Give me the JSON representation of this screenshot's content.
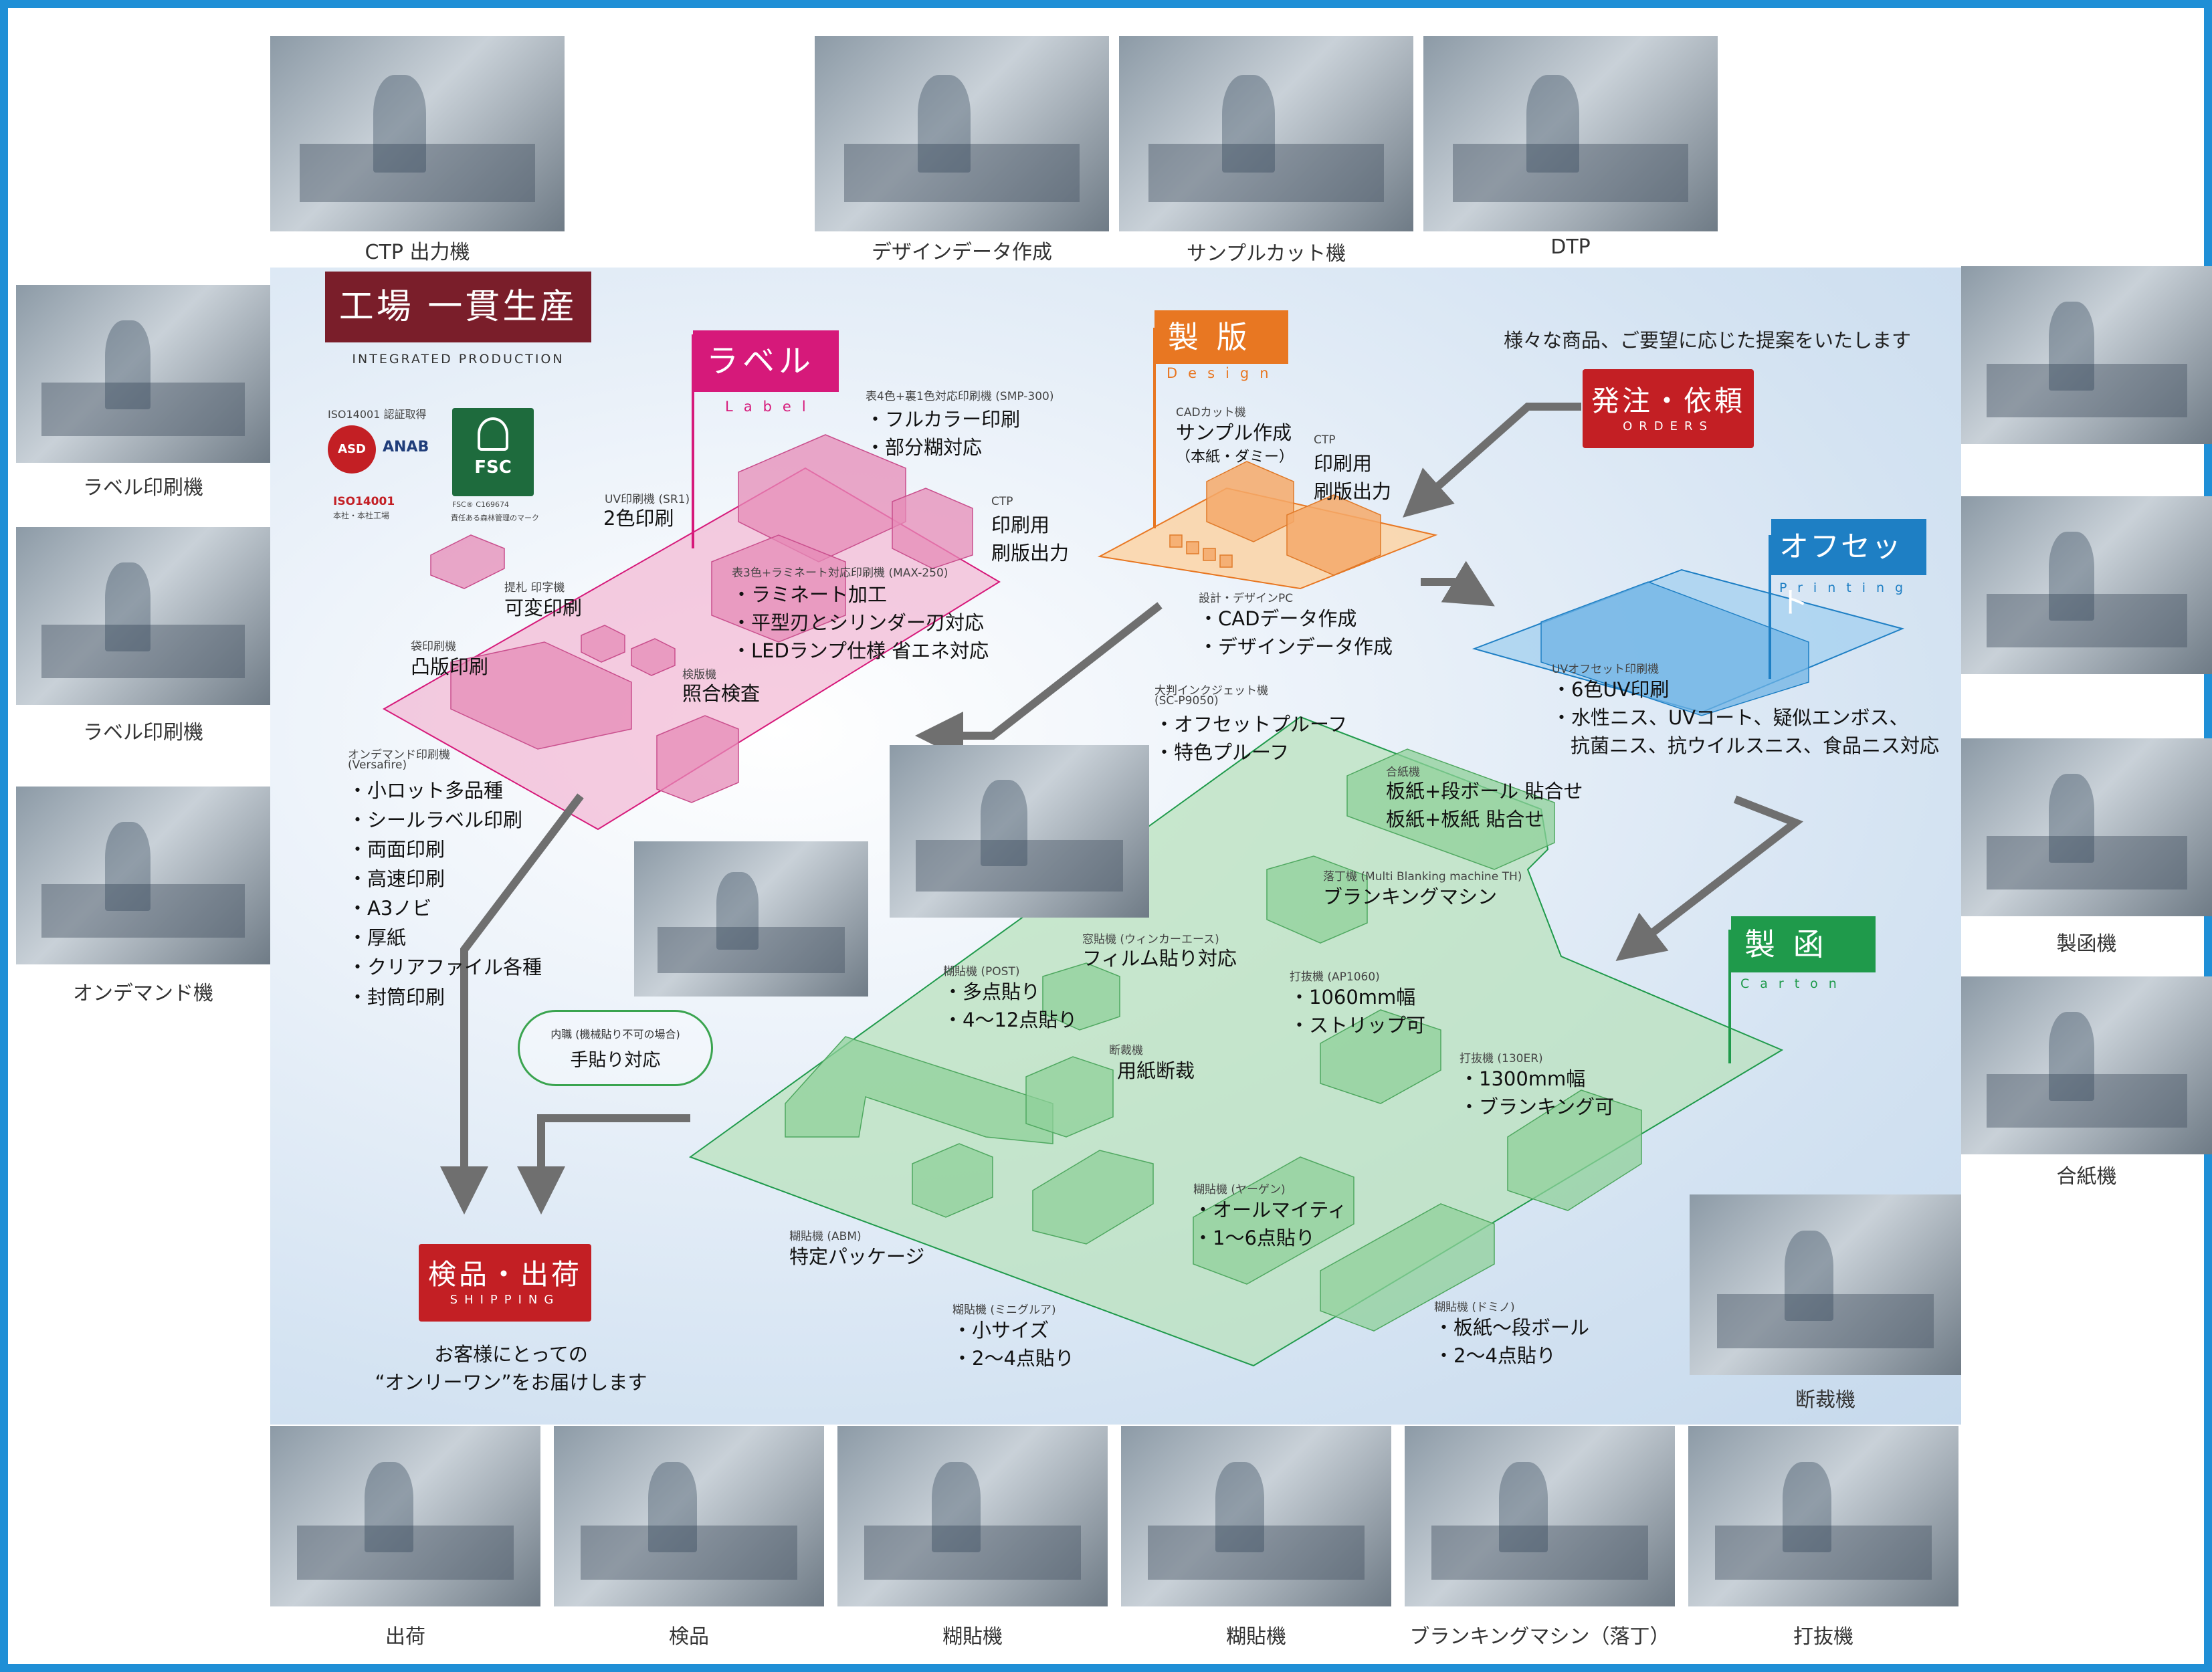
{
  "header": {
    "title": "工場 一貫生産",
    "subtitle": "INTEGRATED PRODUCTION"
  },
  "certifications": {
    "iso_top": "ISO14001 認証取得",
    "asd": "ASD",
    "anab": "ANAB",
    "iso_label": "ISO14001",
    "iso_sub": "本社・本社工場",
    "fsc_label": "FSC",
    "fsc_code": "FSC® C169674",
    "fsc_sub": "責任ある森林管理のマーク"
  },
  "proposal_text": "様々な商品、ご要望に応じた提案をいたします",
  "orders": {
    "ja": "発注・依頼",
    "en": "ORDERS"
  },
  "shipping": {
    "ja": "検品・出荷",
    "en": "SHIPPING"
  },
  "shipping_message": [
    "お客様にとっての",
    "“オンリーワン”をお届けします"
  ],
  "sections": {
    "label": {
      "ja": "ラベル",
      "en": "Label",
      "color": "#d6197a"
    },
    "design": {
      "ja": "製 版",
      "en": "Design",
      "color": "#e87722"
    },
    "offset": {
      "ja": "オフセット",
      "en": "Printing",
      "color": "#1e7fc4"
    },
    "carton": {
      "ja": "製 函",
      "en": "Carton",
      "color": "#1f9a4b"
    }
  },
  "label_zone": {
    "smp300": {
      "name": "表4色+裏1色対応印刷機 (SMP-300)",
      "items": [
        "・フルカラー印刷",
        "・部分糊対応"
      ]
    },
    "uv_sr1": {
      "name": "UV印刷機 (SR1)",
      "items": [
        "2色印刷"
      ]
    },
    "ctp": {
      "name": "CTP",
      "items": [
        "印刷用",
        "刷版出力"
      ]
    },
    "max250": {
      "name": "表3色+ラミネート対応印刷機 (MAX-250)",
      "items": [
        "・ラミネート加工",
        "・平型刃とシリンダー刃対応",
        "・LEDランプ仕様 省エネ対応"
      ]
    },
    "variable": {
      "name": "提札 印字機",
      "items": [
        "可変印刷"
      ]
    },
    "bag": {
      "name": "袋印刷機",
      "items": [
        "凸版印刷"
      ]
    },
    "inspect": {
      "name": "検版機",
      "items": [
        "照合検査"
      ]
    },
    "ondemand": {
      "name": "オンデマンド印刷機",
      "model": "(Versafire)",
      "items": [
        "・小ロット多品種",
        "・シールラベル印刷",
        "・両面印刷",
        "・高速印刷",
        "・A3ノビ",
        "・厚紙",
        "・クリアファイル各種",
        "・封筒印刷"
      ]
    }
  },
  "design_zone": {
    "cad": {
      "name": "CADカット機",
      "items": [
        "サンプル作成",
        "（本紙・ダミー）"
      ]
    },
    "ctp": {
      "name": "CTP",
      "items": [
        "印刷用",
        "刷版出力"
      ]
    },
    "pc": {
      "name": "設計・デザインPC",
      "items": [
        "・CADデータ作成",
        "・デザインデータ作成"
      ]
    },
    "inkjet": {
      "name": "大判インクジェット機",
      "model": "(SC-P9050)",
      "items": [
        "・オフセットプルーフ",
        "・特色プルーフ"
      ]
    }
  },
  "offset_zone": {
    "uv": {
      "name": "UVオフセット印刷機",
      "items": [
        "・6色UV印刷",
        "・水性ニス、UVコート、疑似エンボス、",
        "抗菌ニス、抗ウイルスニス、食品ニス対応"
      ]
    }
  },
  "carton_zone": {
    "laminate": {
      "name": "合紙機",
      "items": [
        "板紙+段ボール 貼合せ",
        "板紙+板紙 貼合せ"
      ]
    },
    "blanking": {
      "name": "落丁機 (Multi Blanking machine TH)",
      "items": [
        "ブランキングマシン"
      ]
    },
    "window": {
      "name": "窓貼機 (ウィンカーエース)",
      "items": [
        "フィルム貼り対応"
      ]
    },
    "post": {
      "name": "糊貼機 (POST)",
      "items": [
        "・多点貼り",
        "・4～12点貼り"
      ]
    },
    "ap1060": {
      "name": "打抜機 (AP1060)",
      "items": [
        "・1060mm幅",
        "・ストリップ可"
      ]
    },
    "cutter": {
      "name": "断裁機",
      "items": [
        "用紙断裁"
      ]
    },
    "er130": {
      "name": "打抜機 (130ER)",
      "items": [
        "・1300mm幅",
        "・ブランキング可"
      ]
    },
    "hand": {
      "name": "内職 (機械貼り不可の場合)",
      "items": [
        "手貼り対応"
      ]
    },
    "abm": {
      "name": "糊貼機 (ABM)",
      "items": [
        "特定パッケージ"
      ]
    },
    "yagen": {
      "name": "糊貼機 (ヤーゲン)",
      "items": [
        "・オールマイティ",
        "・1～6点貼り"
      ]
    },
    "mini": {
      "name": "糊貼機 (ミニグルア)",
      "items": [
        "・小サイズ",
        "・2～4点貼り"
      ]
    },
    "domino": {
      "name": "糊貼機 (ドミノ)",
      "items": [
        "・板紙～段ボール",
        "・2～4点貼り"
      ]
    }
  },
  "photos": {
    "top": [
      "CTP 出力機",
      "デザインデータ作成",
      "サンプルカット機",
      "DTP"
    ],
    "left": [
      "ラベル印刷機",
      "ラベル印刷機",
      "オンデマンド機"
    ],
    "right": [
      "",
      "",
      "製函機",
      "合紙機"
    ],
    "bottom": [
      "出荷",
      "検品",
      "糊貼機",
      "糊貼機",
      "ブランキングマシン（落丁）",
      "打抜機"
    ],
    "cutter": "断裁機"
  },
  "colors": {
    "label_zone": "#f2b6d3",
    "design_zone": "#fbd3a6",
    "offset_zone": "#a9d2f0",
    "carton_zone": "#b9e2bd",
    "red": "#c31f24",
    "title_bg": "#7a1e2a",
    "frame": "#1f8fd6",
    "arrow": "#6f6f6f"
  }
}
